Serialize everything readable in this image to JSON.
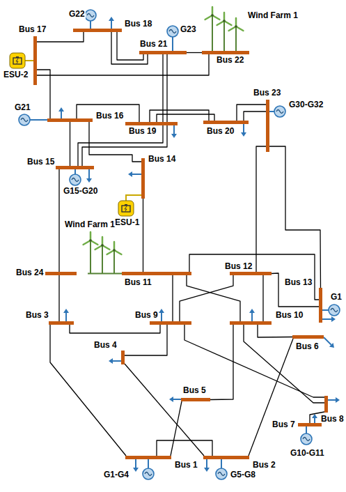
{
  "diagram": {
    "nodes": [
      {
        "text": [
          "Bus 17"
        ]
      },
      {
        "text": [
          "Bus 18"
        ]
      },
      {
        "text": [
          "Bus 21"
        ]
      },
      {
        "text": [
          "Bus 22"
        ]
      },
      {
        "text": [
          "Bus 23"
        ]
      },
      {
        "text": [
          "Bus 16"
        ]
      },
      {
        "text": [
          "Bus 19"
        ]
      },
      {
        "text": [
          "Bus 20"
        ]
      },
      {
        "text": [
          "Bus 15"
        ]
      },
      {
        "text": [
          "Bus 14"
        ]
      },
      {
        "text": [
          "Bus 13"
        ]
      },
      {
        "text": [
          "Bus 24"
        ]
      },
      {
        "text": [
          "Bus 11"
        ]
      },
      {
        "text": [
          "Bus 12"
        ]
      },
      {
        "text": [
          "Bus 3"
        ]
      },
      {
        "text": [
          "Bus 9"
        ]
      },
      {
        "text": [
          "Bus 10"
        ]
      },
      {
        "text": [
          "Bus 6"
        ]
      },
      {
        "text": [
          "Bus 4"
        ]
      },
      {
        "text": [
          "Bus 5"
        ]
      },
      {
        "text": [
          "Bus 8"
        ]
      },
      {
        "text": [
          "Bus 7"
        ]
      },
      {
        "text": [
          "Bus 1"
        ]
      },
      {
        "text": [
          "Bus 2"
        ]
      }
    ],
    "edges": [
      {
        "from": 22,
        "to": 23,
        "arrow": "none"
      },
      {
        "from": 22,
        "to": 14,
        "arrow": "none"
      },
      {
        "from": 22,
        "to": 19,
        "arrow": "none"
      },
      {
        "from": 23,
        "to": 18,
        "arrow": "none"
      },
      {
        "from": 23,
        "to": 17,
        "arrow": "none"
      },
      {
        "from": 14,
        "to": 15,
        "arrow": "none"
      },
      {
        "from": 14,
        "to": 11,
        "arrow": "none"
      },
      {
        "from": 18,
        "to": 15,
        "arrow": "none"
      },
      {
        "from": 19,
        "to": 16,
        "arrow": "none"
      },
      {
        "from": 17,
        "to": 16,
        "arrow": "none"
      },
      {
        "from": 21,
        "to": 20,
        "arrow": "none"
      },
      {
        "from": 20,
        "to": 15,
        "arrow": "none"
      },
      {
        "from": 20,
        "to": 16,
        "arrow": "none"
      },
      {
        "from": 15,
        "to": 12,
        "arrow": "none"
      },
      {
        "from": 15,
        "to": 13,
        "arrow": "none"
      },
      {
        "from": 16,
        "to": 12,
        "arrow": "none"
      },
      {
        "from": 16,
        "to": 13,
        "arrow": "none"
      },
      {
        "from": 12,
        "to": 10,
        "arrow": "none"
      },
      {
        "from": 12,
        "to": 9,
        "arrow": "none"
      },
      {
        "from": 13,
        "to": 10,
        "arrow": "none"
      },
      {
        "from": 13,
        "to": 4,
        "arrow": "none"
      },
      {
        "from": 10,
        "to": 4,
        "arrow": "none"
      },
      {
        "from": 9,
        "to": 5,
        "arrow": "none"
      },
      {
        "from": 8,
        "to": 5,
        "arrow": "none"
      },
      {
        "from": 8,
        "to": 2,
        "arrow": "none"
      },
      {
        "from": 8,
        "to": 2,
        "arrow": "none"
      },
      {
        "from": 8,
        "to": 11,
        "arrow": "none"
      },
      {
        "from": 5,
        "to": 0,
        "arrow": "none"
      },
      {
        "from": 5,
        "to": 6,
        "arrow": "none"
      },
      {
        "from": 0,
        "to": 1,
        "arrow": "none"
      },
      {
        "from": 0,
        "to": 3,
        "arrow": "none"
      },
      {
        "from": 1,
        "to": 2,
        "arrow": "none"
      },
      {
        "from": 1,
        "to": 2,
        "arrow": "none"
      },
      {
        "from": 6,
        "to": 7,
        "arrow": "none"
      },
      {
        "from": 6,
        "to": 7,
        "arrow": "none"
      },
      {
        "from": 7,
        "to": 4,
        "arrow": "none"
      },
      {
        "from": 7,
        "to": 4,
        "arrow": "none"
      },
      {
        "from": 2,
        "to": 3,
        "arrow": "none"
      }
    ],
    "labels": [
      "G22",
      "G23",
      "Wind Farm 1",
      "ESU-2",
      "G21",
      "G30-G32",
      "G15-G20",
      "ESU-1",
      "G1",
      "Wind Farm 1",
      "G1-G4",
      "G5-G8",
      "G10-G11"
    ]
  }
}
